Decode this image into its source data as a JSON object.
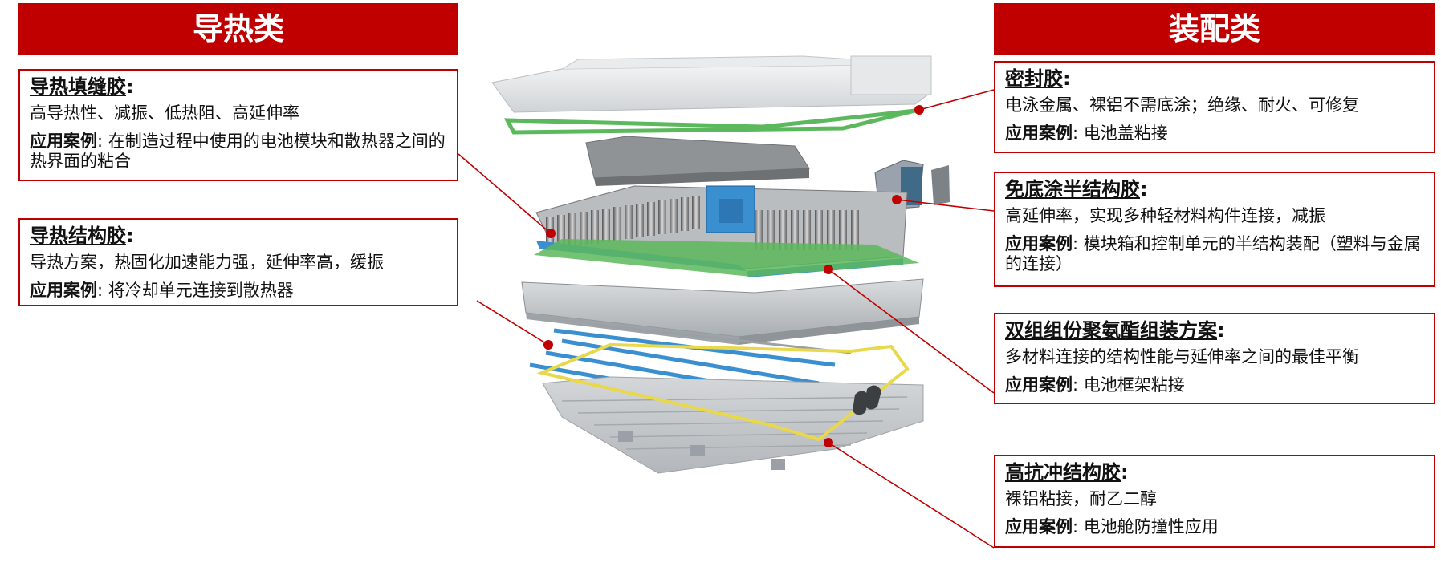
{
  "left": {
    "category_title": "导热类",
    "cards": [
      {
        "title": "导热填缝胶",
        "properties": "高导热性、减振、低热阻、高延伸率",
        "application_label": "应用案例",
        "application_text": ": 在制造过程中使用的电池模块和散热器之间的热界面的粘合"
      },
      {
        "title": "导热结构胶",
        "properties": "导热方案，热固化加速能力强，延伸率高，缓振",
        "application_label": "应用案例",
        "application_text": ": 将冷却单元连接到散热器"
      }
    ]
  },
  "right": {
    "category_title": "装配类",
    "cards": [
      {
        "title": "密封胶",
        "properties": "电泳金属、裸铝不需底涂；绝缘、耐火、可修复",
        "application_label": "应用案例",
        "application_text": ": 电池盖粘接"
      },
      {
        "title": "免底涂半结构胶",
        "properties": "高延伸率，实现多种轻材料构件连接，减振",
        "application_label": "应用案例",
        "application_text": ": 模块箱和控制单元的半结构装配（塑料与金属的连接）"
      },
      {
        "title": "双组组份聚氨酯组装方案",
        "properties": "多材料连接的结构性能与延伸率之间的最佳平衡",
        "application_label": "应用案例",
        "application_text": ": 电池框架粘接"
      },
      {
        "title": "高抗冲结构胶",
        "properties": "裸铝粘接，耐乙二醇",
        "application_label": "应用案例",
        "application_text": ": 电池舱防撞性应用"
      }
    ]
  },
  "colors": {
    "accent": "#c00000",
    "glue_green": "#5cb85c",
    "coolant_blue": "#3a8fd0",
    "wire_yellow": "#e8d84a"
  }
}
